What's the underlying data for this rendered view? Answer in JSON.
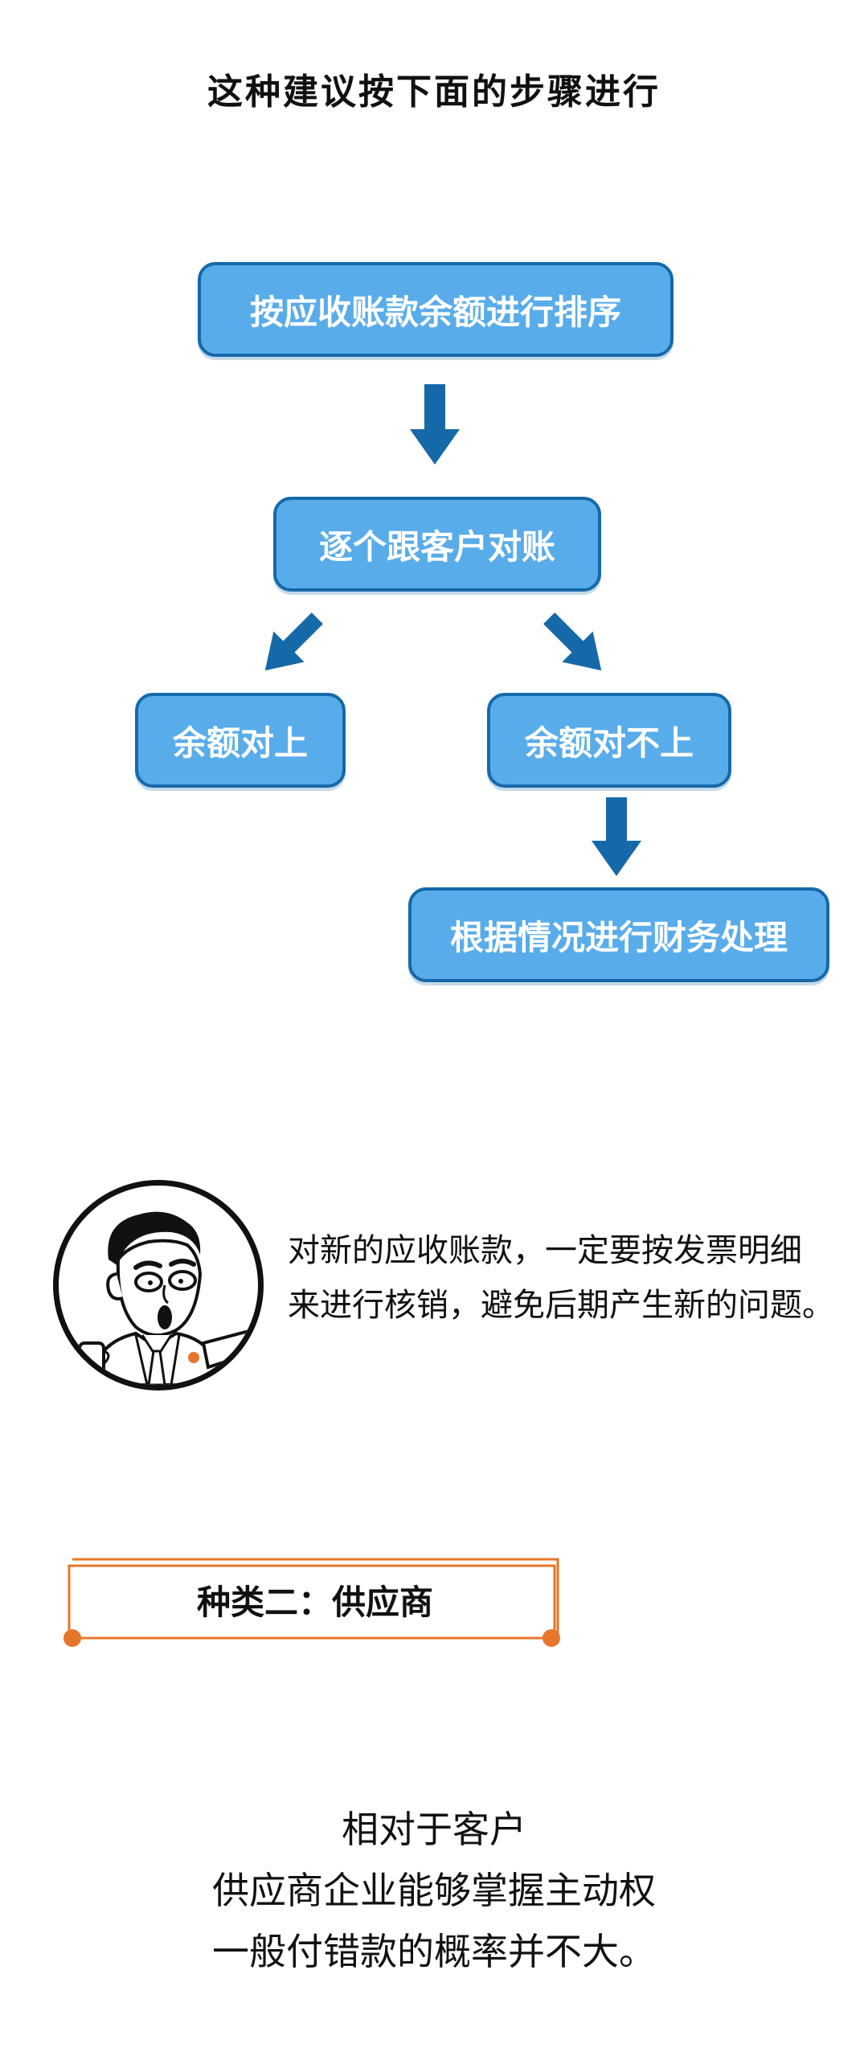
{
  "heading": "这种建议按下面的步骤进行",
  "flowchart": {
    "step1": "按应收账款余额进行排序",
    "step2": "逐个跟客户对账",
    "branch_left": "余额对上",
    "branch_right": "余额对不上",
    "step_final": "根据情况进行财务处理"
  },
  "tip": {
    "line1": "对新的应收账款，一定要按发票明细",
    "line2": "来进行核销，避免后期产生新的问题。"
  },
  "category": {
    "title": "种类二：供应商"
  },
  "closing": {
    "line1": "相对于客户",
    "line2": "供应商企业能够掌握主动权",
    "line3": "一般付错款的概率并不大。"
  },
  "colors": {
    "box_fill": "#59acea",
    "box_border": "#1669a8",
    "arrow": "#1669a8",
    "category_accent": "#e8762a"
  },
  "icons": {
    "avatar": "cartoon-man-avatar-icon"
  }
}
